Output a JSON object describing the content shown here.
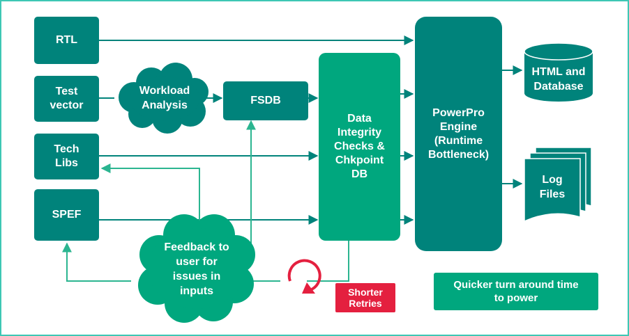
{
  "inputs": {
    "rtl": "RTL",
    "test_vector": "Test\nvector",
    "tech_libs": "Tech\nLibs",
    "spef": "SPEF"
  },
  "workload_analysis": "Workload\nAnalysis",
  "fsdb": "FSDB",
  "checkpoint_db": "Data\nIntegrity\nChecks &\nChkpoint\nDB",
  "engine": "PowerPro\nEngine\n(Runtime\nBottleneck)",
  "outputs": {
    "html_db": "HTML and\nDatabase",
    "log_files": "Log\nFiles"
  },
  "feedback": "Feedback to\nuser for\nissues in\ninputs",
  "shorter_retries": "Shorter\nRetries",
  "quicker_note": "Quicker turn around time\nto power",
  "colors": {
    "dark_teal": "#00837b",
    "green": "#00a77e",
    "red": "#e4203f",
    "border": "#3ec7b4"
  }
}
